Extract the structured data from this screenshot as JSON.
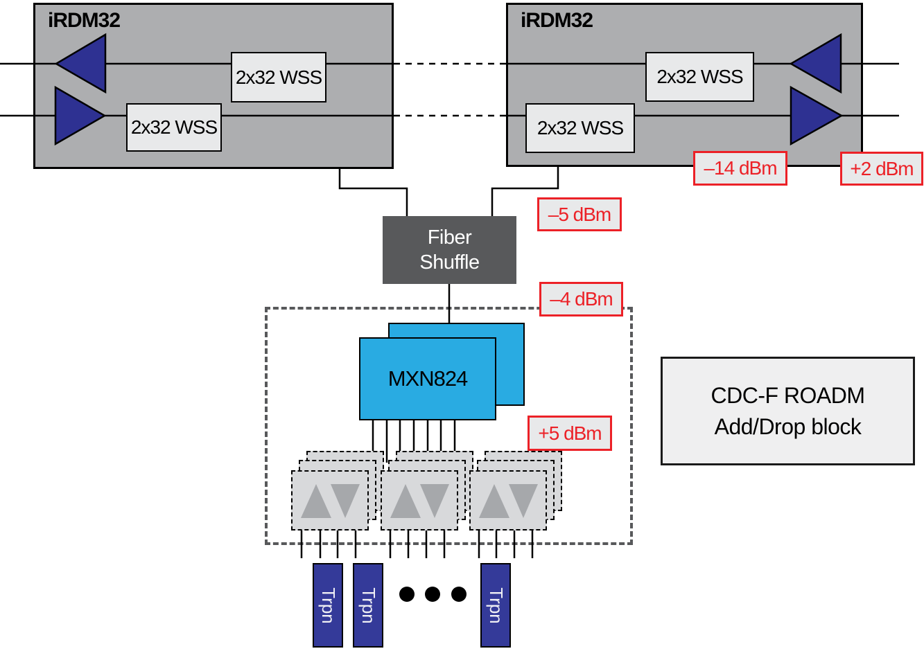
{
  "diagram": {
    "left_node": {
      "title": "iRDM32"
    },
    "right_node": {
      "title": "iRDM32"
    },
    "wss_label": "2x32 WSS",
    "fiber_shuffle": {
      "line1": "Fiber",
      "line2": "Shuffle"
    },
    "mxn": {
      "label": "MXN824"
    },
    "roadm_block": {
      "line1": "CDC-F ROADM",
      "line2": "Add/Drop block"
    },
    "power_labels": {
      "degree_drop": "–5 dBm",
      "before_mxn": "–4 dBm",
      "after_mxn_add": "+5 dBm",
      "line_in": "–14 dBm",
      "line_out": "+2 dBm"
    },
    "transponders": {
      "label": "Trpn",
      "count_visible": 3,
      "ellipsis_dots": 3
    },
    "icons": {
      "amplifier": "blue-triangle",
      "add_drop_module": "up-down-gray-triangles",
      "ellipsis": "black-dot"
    },
    "colors": {
      "node_fill": "#adaeb0",
      "wss_fill": "#e8e9ea",
      "shuffle_fill": "#58595b",
      "amplifier_blue": "#2e3192",
      "mxn_cyan": "#29abe2",
      "module_fill": "#d8d9db",
      "module_triangle": "#a6a8ab",
      "alert_red": "#ec2127",
      "transponder_blue": "#343a99"
    }
  }
}
